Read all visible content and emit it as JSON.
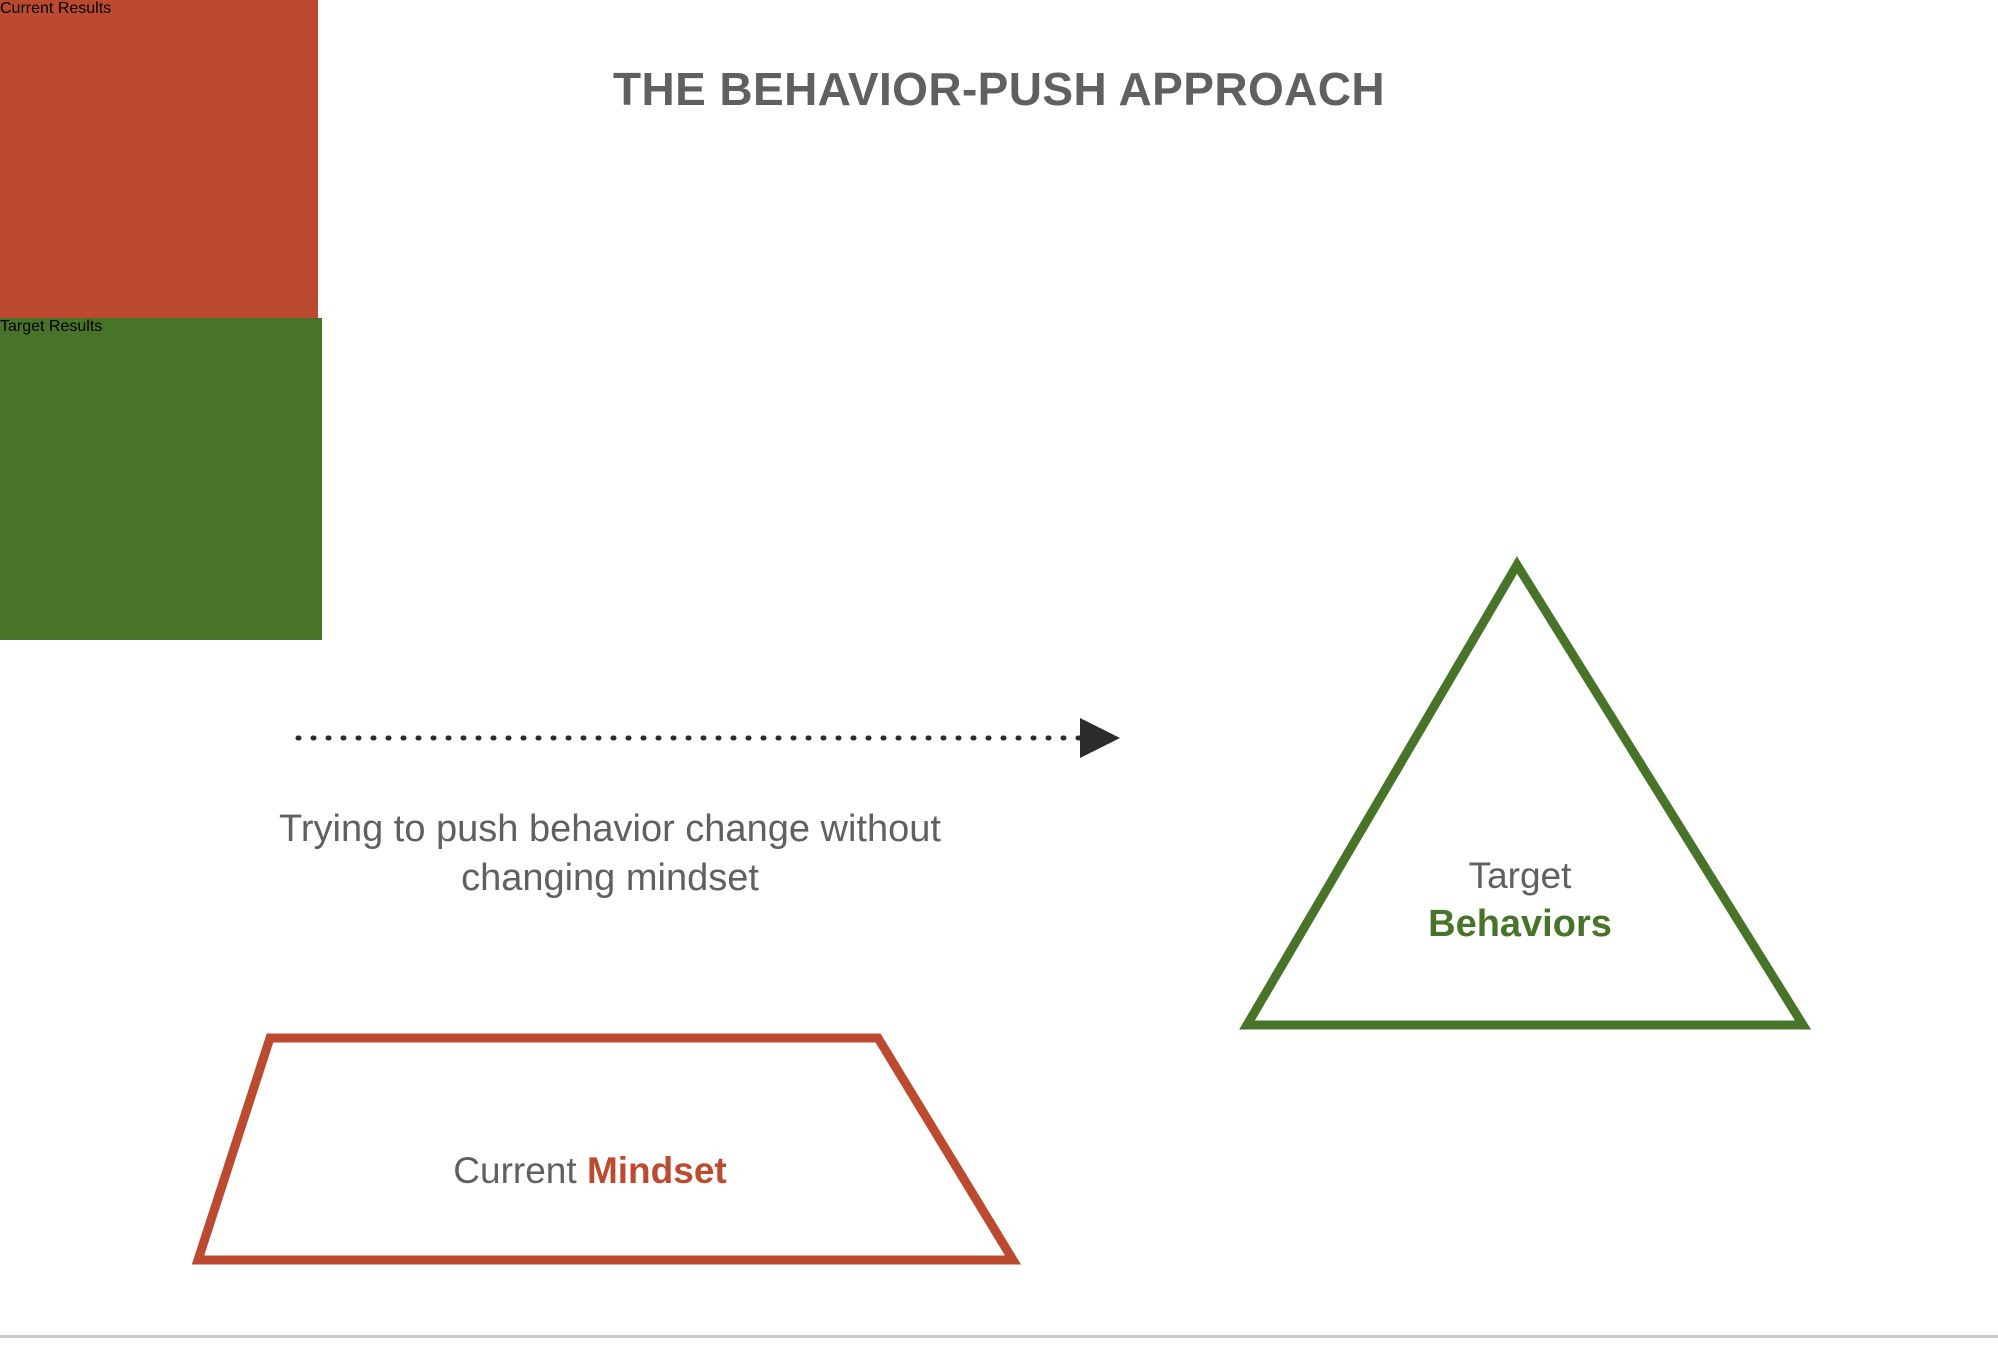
{
  "slide": {
    "title": "THE BEHAVIOR-PUSH APPROACH",
    "background_color": "#ffffff"
  },
  "colors": {
    "red": "#bc4a2f",
    "green": "#487429",
    "gray_text": "#5f6062",
    "arrow": "#2b2b2b",
    "divider": "#c9c9c9"
  },
  "current_results_circle": {
    "line1": "Current",
    "line2": "Results",
    "fill_color": "#bc4a2f",
    "text_color": "#ffffff"
  },
  "target_results_circle": {
    "line1": "Target",
    "line2": "Results",
    "fill_color": "#487429",
    "text_color": "#ffffff"
  },
  "push_arrow": {
    "style": "dotted-with-arrowhead",
    "direction": "left-to-right",
    "color": "#2b2b2b"
  },
  "push_caption": {
    "line1": "Trying to push behavior change without",
    "line2": "changing mindset",
    "color": "#5f6062"
  },
  "target_behaviors_triangle": {
    "label_top": "Target",
    "label_bottom": "Behaviors",
    "outline_color": "#487429",
    "fill": "none",
    "label_top_color": "#5f6062",
    "label_bottom_color": "#487429"
  },
  "current_mindset_trapezoid": {
    "label_top": "Current ",
    "label_bottom": "Mindset",
    "outline_color": "#bc4a2f",
    "fill": "none",
    "label_top_color": "#5f6062",
    "label_bottom_color": "#bc4a2f"
  }
}
